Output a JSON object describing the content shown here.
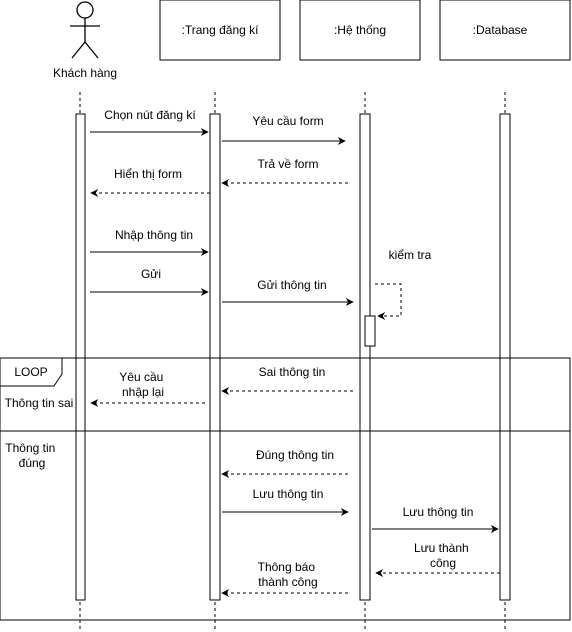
{
  "actors": [
    {
      "id": "customer",
      "label": "Khách hàng",
      "kind": "actor"
    },
    {
      "id": "register_page",
      "label": ":Trang đăng kí",
      "kind": "object"
    },
    {
      "id": "system",
      "label": ":Hệ thống",
      "kind": "object"
    },
    {
      "id": "database",
      "label": ":Database",
      "kind": "object"
    }
  ],
  "messages": [
    {
      "id": "m1",
      "lines": [
        "Chọn nút đăng kí"
      ],
      "from": "customer",
      "to": "register_page",
      "style": "solid"
    },
    {
      "id": "m2",
      "lines": [
        "Yêu cầu form"
      ],
      "from": "register_page",
      "to": "system",
      "style": "solid"
    },
    {
      "id": "m3",
      "lines": [
        "Trả về form"
      ],
      "from": "system",
      "to": "register_page",
      "style": "dashed"
    },
    {
      "id": "m4",
      "lines": [
        "Hiển thị form"
      ],
      "from": "register_page",
      "to": "customer",
      "style": "dashed"
    },
    {
      "id": "m5",
      "lines": [
        "Nhập thông tin"
      ],
      "from": "customer",
      "to": "register_page",
      "style": "solid"
    },
    {
      "id": "m6",
      "lines": [
        "Gửi"
      ],
      "from": "customer",
      "to": "register_page",
      "style": "solid"
    },
    {
      "id": "m7",
      "lines": [
        "Gửi thông tin"
      ],
      "from": "register_page",
      "to": "system",
      "style": "solid"
    },
    {
      "id": "m8",
      "lines": [
        "kiểm tra"
      ],
      "from": "system",
      "to": "system",
      "style": "dashed"
    },
    {
      "id": "m9",
      "lines": [
        "Sai thông tin"
      ],
      "from": "system",
      "to": "register_page",
      "style": "dashed"
    },
    {
      "id": "m10",
      "lines": [
        "Yêu cầu",
        "nhập lại"
      ],
      "from": "register_page",
      "to": "customer",
      "style": "dashed"
    },
    {
      "id": "m11",
      "lines": [
        "Đúng thông tin"
      ],
      "from": "system",
      "to": "register_page",
      "style": "dashed"
    },
    {
      "id": "m12",
      "lines": [
        "Lưu thông tin"
      ],
      "from": "register_page",
      "to": "system",
      "style": "solid"
    },
    {
      "id": "m13",
      "lines": [
        "Lưu thông tin"
      ],
      "from": "system",
      "to": "database",
      "style": "solid"
    },
    {
      "id": "m14",
      "lines": [
        "Lưu thành",
        "công"
      ],
      "from": "database",
      "to": "system",
      "style": "dashed"
    },
    {
      "id": "m15",
      "lines": [
        "Thông báo",
        "thành công"
      ],
      "from": "system",
      "to": "register_page",
      "style": "dashed"
    }
  ],
  "loop": {
    "tag": "LOOP",
    "guards": [
      {
        "lines": [
          "Thông tin sai"
        ]
      },
      {
        "lines": [
          "Thông tin",
          "đúng"
        ]
      }
    ]
  }
}
